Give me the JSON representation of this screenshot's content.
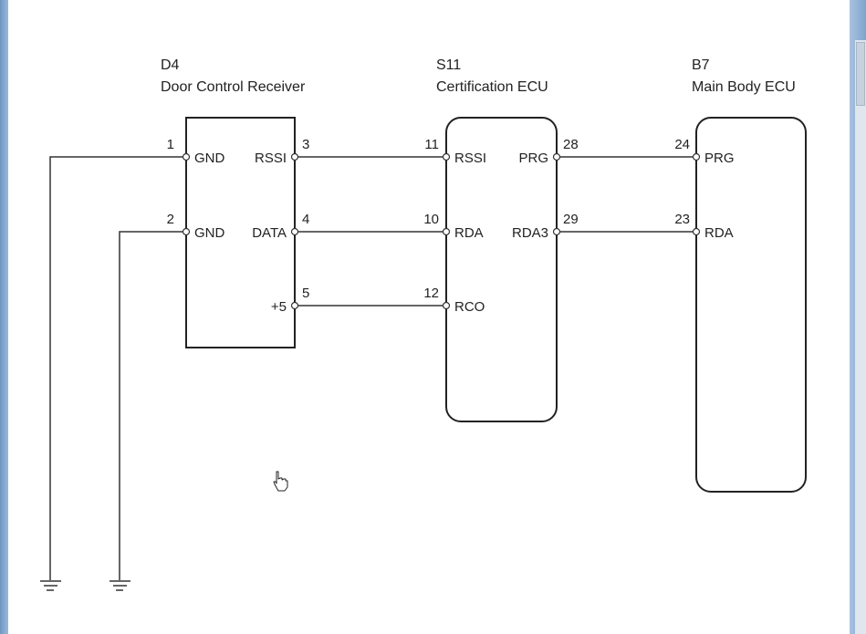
{
  "components": {
    "d4": {
      "ref": "D4",
      "name": "Door Control Receiver"
    },
    "s11": {
      "ref": "S11",
      "name": "Certification ECU"
    },
    "b7": {
      "ref": "B7",
      "name": "Main Body ECU"
    }
  },
  "d4_pins": {
    "p1": {
      "num": "1",
      "label": "GND"
    },
    "p2": {
      "num": "2",
      "label": "GND"
    },
    "p3": {
      "num": "3",
      "label": "RSSI"
    },
    "p4": {
      "num": "4",
      "label": "DATA"
    },
    "p5": {
      "num": "5",
      "label": "+5"
    }
  },
  "s11_pins": {
    "p11": {
      "num": "11",
      "label": "RSSI"
    },
    "p10": {
      "num": "10",
      "label": "RDA"
    },
    "p12": {
      "num": "12",
      "label": "RCO"
    },
    "p28": {
      "num": "28",
      "label": "PRG"
    },
    "p29": {
      "num": "29",
      "label": "RDA3"
    }
  },
  "b7_pins": {
    "p24": {
      "num": "24",
      "label": "PRG"
    },
    "p23": {
      "num": "23",
      "label": "RDA"
    }
  },
  "colors": {
    "line": "#333333",
    "text": "#222222",
    "frame": "#7fa4cc"
  }
}
